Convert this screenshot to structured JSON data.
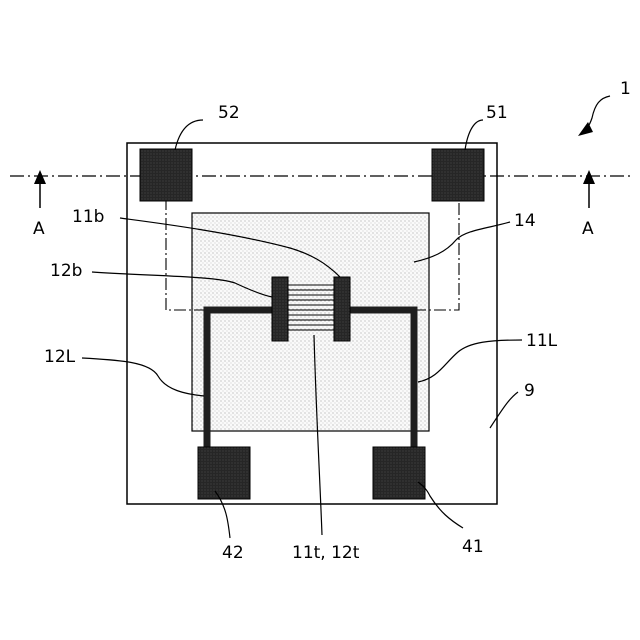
{
  "labels": {
    "device": "1",
    "pad_51": "51",
    "pad_52": "52",
    "section_left": "A",
    "section_right": "A",
    "electrode_11b": "11b",
    "electrode_12b": "12b",
    "film_14": "14",
    "lead_12L": "12L",
    "lead_11L": "11L",
    "substrate_9": "9",
    "pad_42": "42",
    "pad_41": "41",
    "comb_11t_12t": "11t, 12t"
  }
}
